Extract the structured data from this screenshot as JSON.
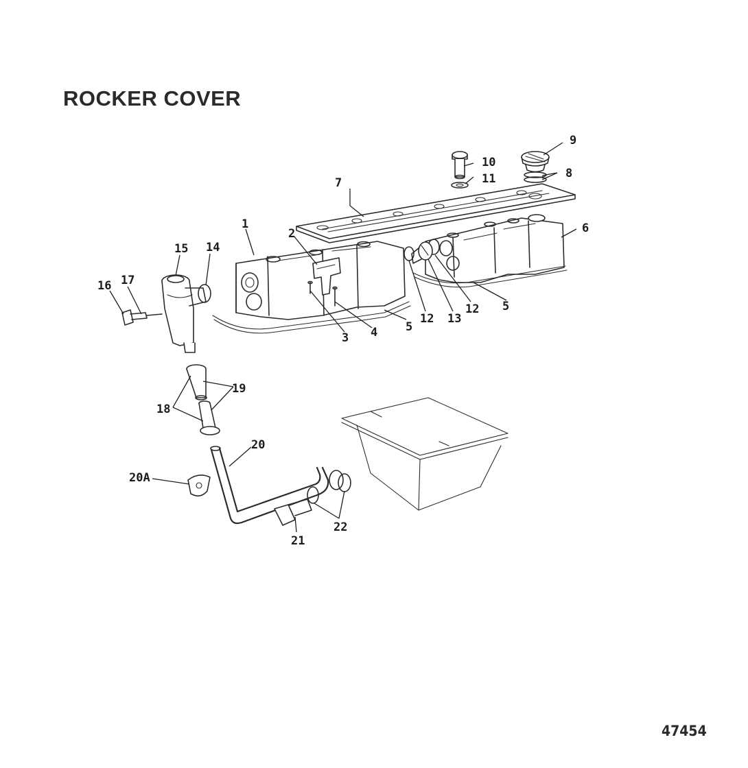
{
  "title": "ROCKER COVER",
  "figure_number": "47454",
  "callouts": [
    {
      "id": "1",
      "label": "1"
    },
    {
      "id": "2",
      "label": "2"
    },
    {
      "id": "3",
      "label": "3"
    },
    {
      "id": "4",
      "label": "4"
    },
    {
      "id": "5a",
      "label": "5"
    },
    {
      "id": "5b",
      "label": "5"
    },
    {
      "id": "6",
      "label": "6"
    },
    {
      "id": "7",
      "label": "7"
    },
    {
      "id": "8",
      "label": "8"
    },
    {
      "id": "9",
      "label": "9"
    },
    {
      "id": "10",
      "label": "10"
    },
    {
      "id": "11",
      "label": "11"
    },
    {
      "id": "12a",
      "label": "12"
    },
    {
      "id": "12b",
      "label": "12"
    },
    {
      "id": "13",
      "label": "13"
    },
    {
      "id": "14",
      "label": "14"
    },
    {
      "id": "15",
      "label": "15"
    },
    {
      "id": "16",
      "label": "16"
    },
    {
      "id": "17",
      "label": "17"
    },
    {
      "id": "18",
      "label": "18"
    },
    {
      "id": "19",
      "label": "19"
    },
    {
      "id": "20",
      "label": "20"
    },
    {
      "id": "20a",
      "label": "20A"
    },
    {
      "id": "21",
      "label": "21"
    },
    {
      "id": "22",
      "label": "22"
    }
  ]
}
